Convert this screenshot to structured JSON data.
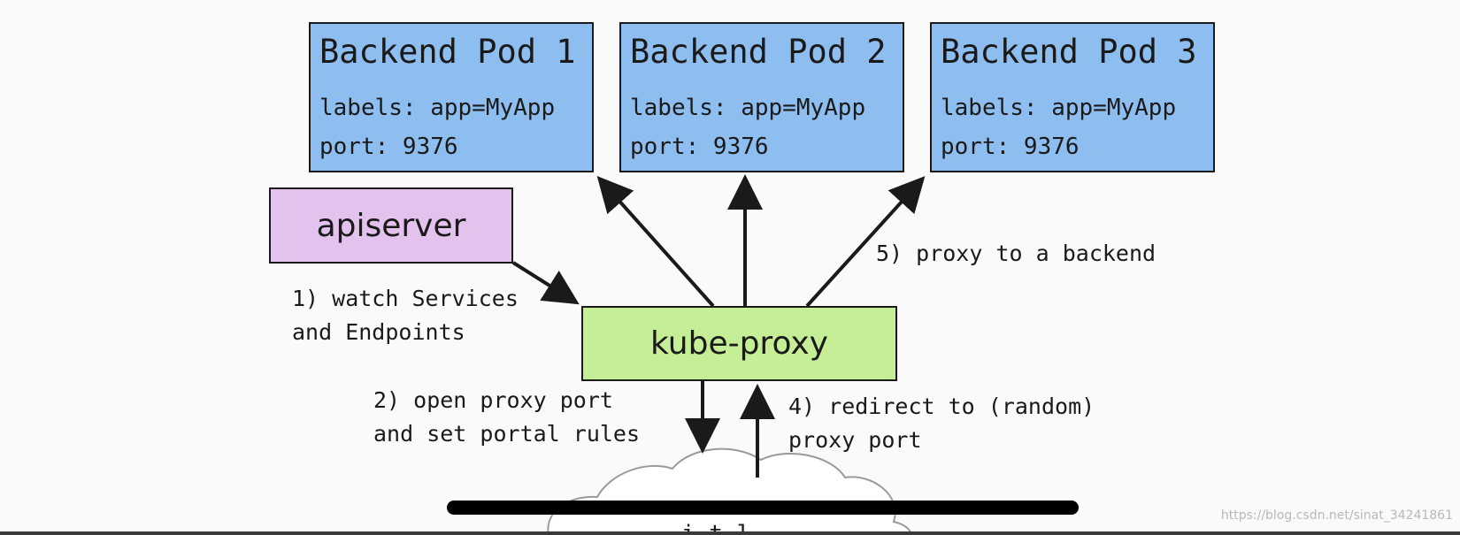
{
  "pods": [
    {
      "title": "Backend Pod 1",
      "labels": "labels: app=MyApp",
      "port": "port: 9376"
    },
    {
      "title": "Backend Pod 2",
      "labels": "labels: app=MyApp",
      "port": "port: 9376"
    },
    {
      "title": "Backend Pod 3",
      "labels": "labels: app=MyApp",
      "port": "port: 9376"
    }
  ],
  "apiserver": {
    "label": "apiserver"
  },
  "kube_proxy": {
    "label": "kube-proxy"
  },
  "steps": {
    "watch": [
      "1) watch Services",
      "and Endpoints"
    ],
    "open": [
      "2) open proxy port",
      "and set portal rules"
    ],
    "redirect": [
      "4) redirect to (random)",
      "proxy port"
    ],
    "proxy": "5) proxy to a backend"
  },
  "cloud_partial_text": "i t l",
  "watermark": "https://blog.csdn.net/sinat_34241861",
  "colors": {
    "pod_fill": "#8ebdf0",
    "apiserver_fill": "#e3c3ee",
    "kube_proxy_fill": "#c6ee96",
    "stroke": "#1a1a1a",
    "background": "#fafafa"
  }
}
